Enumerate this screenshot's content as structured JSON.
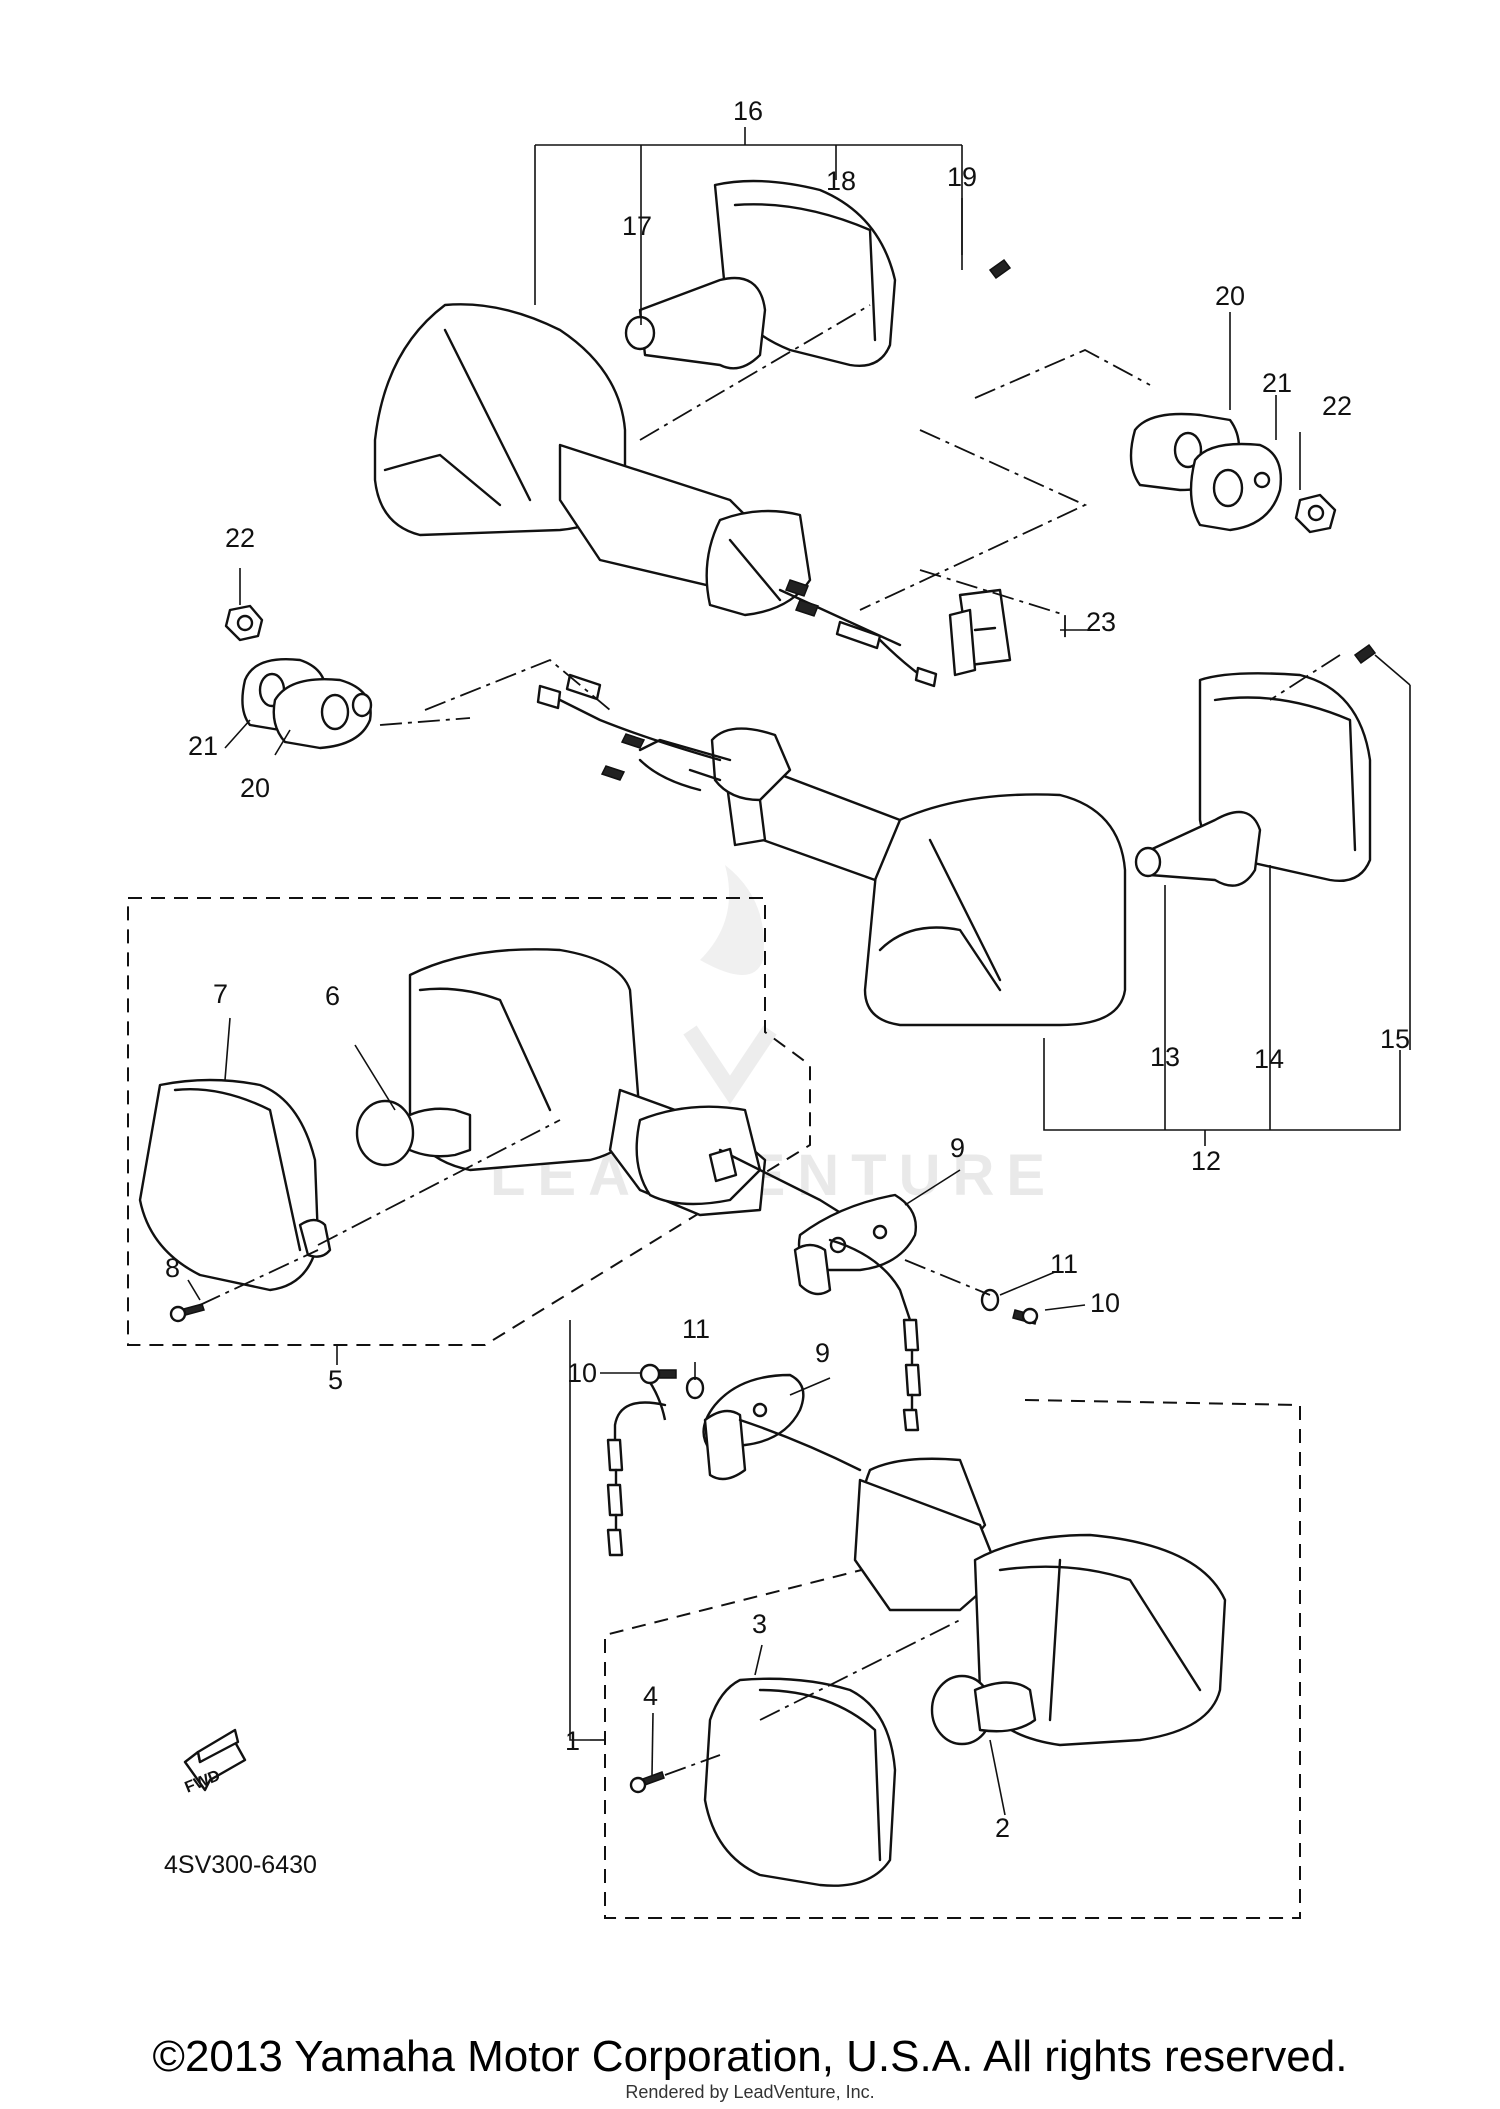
{
  "diagram": {
    "figure_code": "4SV300-6430",
    "fwd_label": "FWD",
    "watermark": "LEADVENTURE",
    "callouts": {
      "c1": "1",
      "c2": "2",
      "c3": "3",
      "c4": "4",
      "c5": "5",
      "c6": "6",
      "c7": "7",
      "c8": "8",
      "c9a": "9",
      "c9b": "9",
      "c10a": "10",
      "c10b": "10",
      "c11a": "11",
      "c11b": "11",
      "c12": "12",
      "c13": "13",
      "c14": "14",
      "c15": "15",
      "c16": "16",
      "c17": "17",
      "c18": "18",
      "c19": "19",
      "c20a": "20",
      "c20b": "20",
      "c21a": "21",
      "c21b": "21",
      "c22a": "22",
      "c22b": "22",
      "c23": "23"
    }
  },
  "footer": {
    "copyright": "©2013 Yamaha Motor Corporation, U.S.A. All rights reserved.",
    "rendered_by": "Rendered by LeadVenture, Inc."
  }
}
